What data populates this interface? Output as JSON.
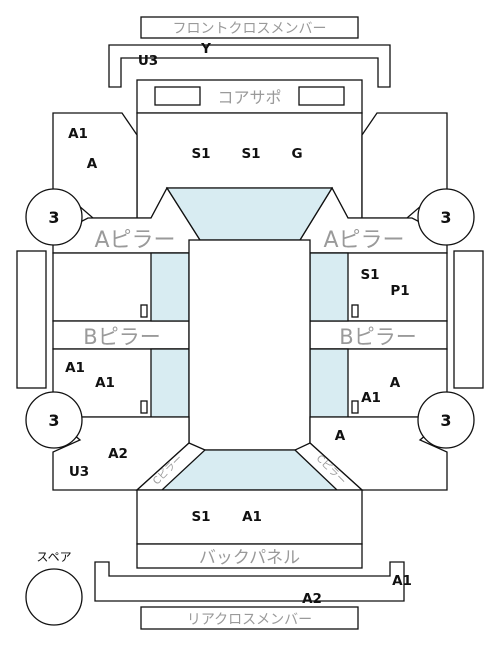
{
  "parts": {
    "front_cross_member": "フロントクロスメンバー",
    "core_support": "コアサポ",
    "a_pillar_left": "Aピラー",
    "a_pillar_right": "Aピラー",
    "b_pillar_left": "Bピラー",
    "b_pillar_right": "Bピラー",
    "back_panel": "バックパネル",
    "rear_cross_member": "リアクロスメンバー",
    "spare": "スペア",
    "c_pillar_left": "Cピラー",
    "c_pillar_right": "Cピラー"
  },
  "circles": {
    "front_left": "3",
    "front_right": "3",
    "rear_left": "3",
    "rear_right": "3"
  },
  "grades": {
    "front_cross_member": "Y",
    "front_cross_member_lower": "U3",
    "hood_1": "S1",
    "hood_2": "S1",
    "hood_3": "G",
    "front_left_fender_1": "A1",
    "front_left_fender_2": "A",
    "front_right_door_1": "S1",
    "front_right_door_2": "P1",
    "rear_left_door_1": "A1",
    "rear_left_door_2": "A1",
    "rear_right_door_1": "A",
    "rear_right_door_2": "A1",
    "rear_right_quarter": "A",
    "rear_left_quarter_1": "A2",
    "rear_left_quarter_2": "U3",
    "trunk_1": "S1",
    "trunk_2": "A1",
    "rear_cross_member_1": "A1",
    "rear_cross_member_2": "A2"
  }
}
